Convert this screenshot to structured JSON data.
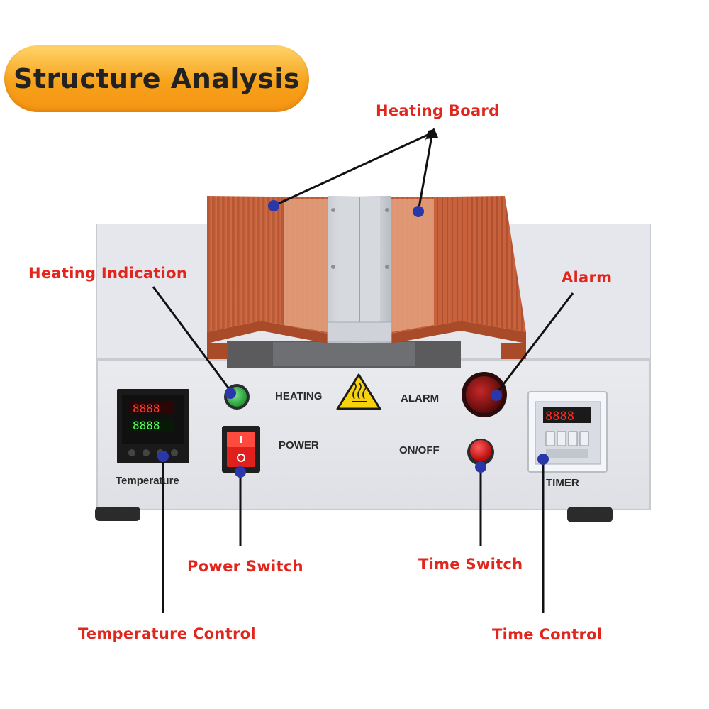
{
  "title": "Structure Analysis",
  "callouts": {
    "heating_board": "Heating  Board",
    "heating_indication": "Heating Indication",
    "alarm": "Alarm",
    "power_switch": "Power Switch",
    "time_switch": "Time Switch",
    "temperature_control": "Temperature Control",
    "time_control": "Time Control"
  },
  "panel_labels": {
    "heating": "HEATING",
    "alarm": "ALARM",
    "power": "POWER",
    "on_off": "ON/OFF",
    "temperature": "Temperature",
    "timer": "TIMER"
  },
  "colors": {
    "callout_text": "#e0261d",
    "marker_dot": "#2a37a8",
    "copper": "#c8623d",
    "machine_body": "#eaebef",
    "title_pill": "#f7a21b"
  },
  "icons": [
    "hot-surface-warning-icon"
  ]
}
